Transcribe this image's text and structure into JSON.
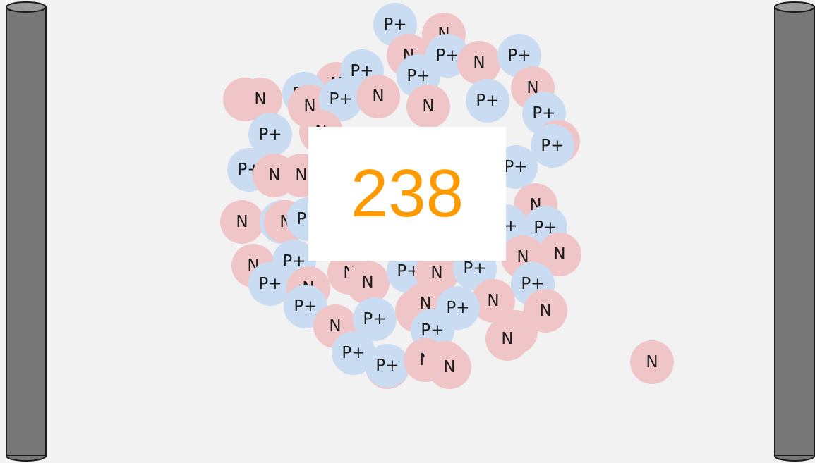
{
  "diagram": {
    "mass_number": "238",
    "neutron_label": "N",
    "proton_label": "P+",
    "colors": {
      "neutron": "#f0c5c8",
      "proton": "#c9dcf1",
      "mass_number": "#ff9a00",
      "rod": "#777777",
      "background": "#f2f2f2"
    }
  }
}
